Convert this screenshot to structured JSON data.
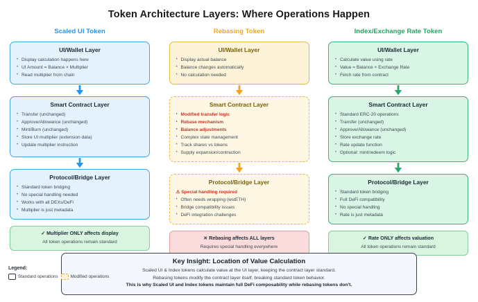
{
  "title": "Token Architecture Layers: Where Operations Happen",
  "colors": {
    "scaled_accent": "#2196f3",
    "rebasing_accent": "#f0a81e",
    "index_accent": "#22a861",
    "highlight_red": "#c0392b",
    "good_bg": "#d9f5e0",
    "bad_bg": "#fadcdc"
  },
  "columns": [
    {
      "key": "scaled",
      "header": "Scaled UI Token",
      "layers": [
        {
          "title": "UI/Wallet Layer",
          "items": [
            {
              "text": "Display calculation happens here",
              "style": "normal"
            },
            {
              "text": "UI Amount = Balance × Multiplier",
              "style": "normal"
            },
            {
              "text": "Read multiplier from chain",
              "style": "normal"
            }
          ]
        },
        {
          "title": "Smart Contract Layer",
          "items": [
            {
              "text": "Transfer (unchanged)",
              "style": "normal"
            },
            {
              "text": "Approve/Allowance (unchanged)",
              "style": "normal"
            },
            {
              "text": "Mint/Burn (unchanged)",
              "style": "normal"
            },
            {
              "text": "Store UI multiplier (extension data)",
              "style": "normal"
            },
            {
              "text": "Update multiplier instruction",
              "style": "normal"
            }
          ]
        },
        {
          "title": "Protocol/Bridge Layer",
          "items": [
            {
              "text": "Standard token bridging",
              "style": "normal"
            },
            {
              "text": "No special handling needed",
              "style": "normal"
            },
            {
              "text": "Works with all DEXs/DeFi",
              "style": "normal"
            },
            {
              "text": "Multiplier is just metadata",
              "style": "normal"
            }
          ]
        }
      ],
      "summary": {
        "tone": "good",
        "headline": "✓ Multiplier ONLY affects display",
        "subline": "All token operations remain standard"
      }
    },
    {
      "key": "rebasing",
      "header": "Rebasing Token",
      "layers": [
        {
          "title": "UI/Wallet Layer",
          "items": [
            {
              "text": "Display actual balance",
              "style": "normal"
            },
            {
              "text": "Balance changes automatically",
              "style": "normal"
            },
            {
              "text": "No calculation needed",
              "style": "normal"
            }
          ]
        },
        {
          "title": "Smart Contract Layer",
          "items": [
            {
              "text": "Modified transfer logic",
              "style": "highlight"
            },
            {
              "text": "Rebase mechanism",
              "style": "highlight"
            },
            {
              "text": "Balance adjustments",
              "style": "highlight"
            },
            {
              "text": "Complex state management",
              "style": "normal"
            },
            {
              "text": "Track shares vs tokens",
              "style": "normal"
            },
            {
              "text": "Supply expansion/contraction",
              "style": "normal"
            }
          ]
        },
        {
          "title": "Protocol/Bridge Layer",
          "items": [
            {
              "text": "⚠ Special handling required",
              "style": "warning"
            },
            {
              "text": "Often needs wrapping (wstETH)",
              "style": "normal"
            },
            {
              "text": "Bridge compatibility issues",
              "style": "normal"
            },
            {
              "text": "DeFi integration challenges",
              "style": "normal"
            }
          ]
        }
      ],
      "summary": {
        "tone": "bad",
        "headline": "✕ Rebasing affects ALL layers",
        "subline": "Requires special handling everywhere"
      }
    },
    {
      "key": "index",
      "header": "Index/Exchange Rate Token",
      "layers": [
        {
          "title": "UI/Wallet Layer",
          "items": [
            {
              "text": "Calculate value using rate",
              "style": "normal"
            },
            {
              "text": "Value = Balance × Exchange Rate",
              "style": "normal"
            },
            {
              "text": "Fetch rate from contract",
              "style": "normal"
            }
          ]
        },
        {
          "title": "Smart Contract Layer",
          "items": [
            {
              "text": "Standard ERC-20 operations",
              "style": "normal"
            },
            {
              "text": "Transfer (unchanged)",
              "style": "normal"
            },
            {
              "text": "Approve/Allowance (unchanged)",
              "style": "normal"
            },
            {
              "text": "Store exchange rate",
              "style": "normal"
            },
            {
              "text": "Rate update function",
              "style": "normal"
            },
            {
              "text": "Optional: mint/redeem logic",
              "style": "normal"
            }
          ]
        },
        {
          "title": "Protocol/Bridge Layer",
          "items": [
            {
              "text": "Standard token bridging",
              "style": "normal"
            },
            {
              "text": "Full DeFi compatibility",
              "style": "normal"
            },
            {
              "text": "No special handling",
              "style": "normal"
            },
            {
              "text": "Rate is just metadata",
              "style": "normal"
            }
          ]
        }
      ],
      "summary": {
        "tone": "good",
        "headline": "✓ Rate ONLY affects valuation",
        "subline": "All token operations remain standard"
      }
    }
  ],
  "key_insight": {
    "title": "Key Insight: Location of Value Calculation",
    "line1": "Scaled UI & Index tokens calculate value at the UI layer, keeping the contract layer standard.",
    "line2": "Rebasing tokens modify the contract layer itself, breaking standard token behavior.",
    "line3": "This is why Scaled UI and Index tokens maintain full DeFi composability while rebasing tokens don't."
  },
  "legend": {
    "title": "Legend:",
    "standard_label": "Standard operations",
    "modified_label": "Modified operations"
  }
}
